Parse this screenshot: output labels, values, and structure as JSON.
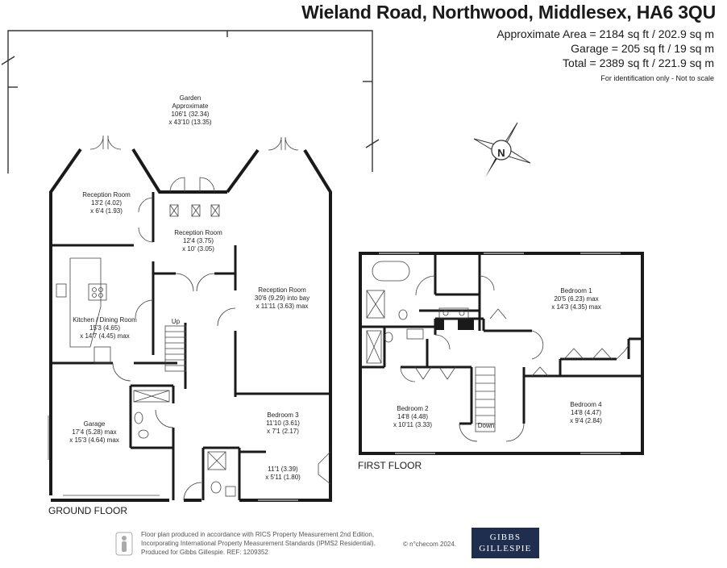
{
  "header": {
    "address": "Wieland Road, Northwood, Middlesex, HA6 3QU",
    "approx_area": "Approximate Area = 2184 sq ft / 202.9 sq m",
    "garage_area": "Garage = 205 sq ft / 19 sq m",
    "total_area": "Total = 2389 sq ft / 221.9 sq m",
    "disclaimer": "For identification only - Not to scale"
  },
  "compass": {
    "label": "N"
  },
  "ground_floor": {
    "title": "GROUND FLOOR",
    "garden": {
      "name": "Garden",
      "line2": "Approximate",
      "dim1": "106'1 (32.34)",
      "dim2": "x 43'10 (13.35)"
    },
    "reception_1": {
      "name": "Reception Room",
      "dim1": "13'2 (4.02)",
      "dim2": "x 6'4 (1.93)"
    },
    "reception_2": {
      "name": "Reception Room",
      "dim1": "12'4 (3.75)",
      "dim2": "x 10' (3.05)"
    },
    "reception_3": {
      "name": "Reception Room",
      "dim1": "30'6 (9.29) into bay",
      "dim2": "x 11'11 (3.63) max"
    },
    "kitchen": {
      "name": "Kitchen / Dining Room",
      "dim1": "15'3 (4.65)",
      "dim2": "x 14'7 (4.45) max"
    },
    "garage": {
      "name": "Garage",
      "dim1": "17'4 (5.28) max",
      "dim2": "x 15'3 (4.64) max"
    },
    "bedroom_3": {
      "name": "Bedroom 3",
      "dim1": "11'10 (3.61)",
      "dim2": "x 7'1 (2.17)"
    },
    "small_room": {
      "dim1": "11'1 (3.39)",
      "dim2": "x 5'11 (1.80)"
    },
    "stairs": "Up"
  },
  "first_floor": {
    "title": "FIRST FLOOR",
    "bedroom_1": {
      "name": "Bedroom 1",
      "dim1": "20'5 (6.23) max",
      "dim2": "x 14'3 (4.35) max"
    },
    "bedroom_2": {
      "name": "Bedroom 2",
      "dim1": "14'8 (4.48)",
      "dim2": "x 10'11 (3.33)"
    },
    "bedroom_4": {
      "name": "Bedroom 4",
      "dim1": "14'8 (4.47)",
      "dim2": "x 9'4 (2.84)"
    },
    "stairs": "Down"
  },
  "footer": {
    "line1": "Floor plan produced in accordance with RICS Property Measurement 2nd Edition,",
    "line2": "Incorporating International Property Measurement Standards (IPMS2 Residential).",
    "line3": "Produced for Gibbs Gillespie.   REF:  1209352",
    "copyright": "© n°checom 2024.",
    "brand_line1": "GIBBS",
    "brand_line2": "GILLESPIE"
  }
}
